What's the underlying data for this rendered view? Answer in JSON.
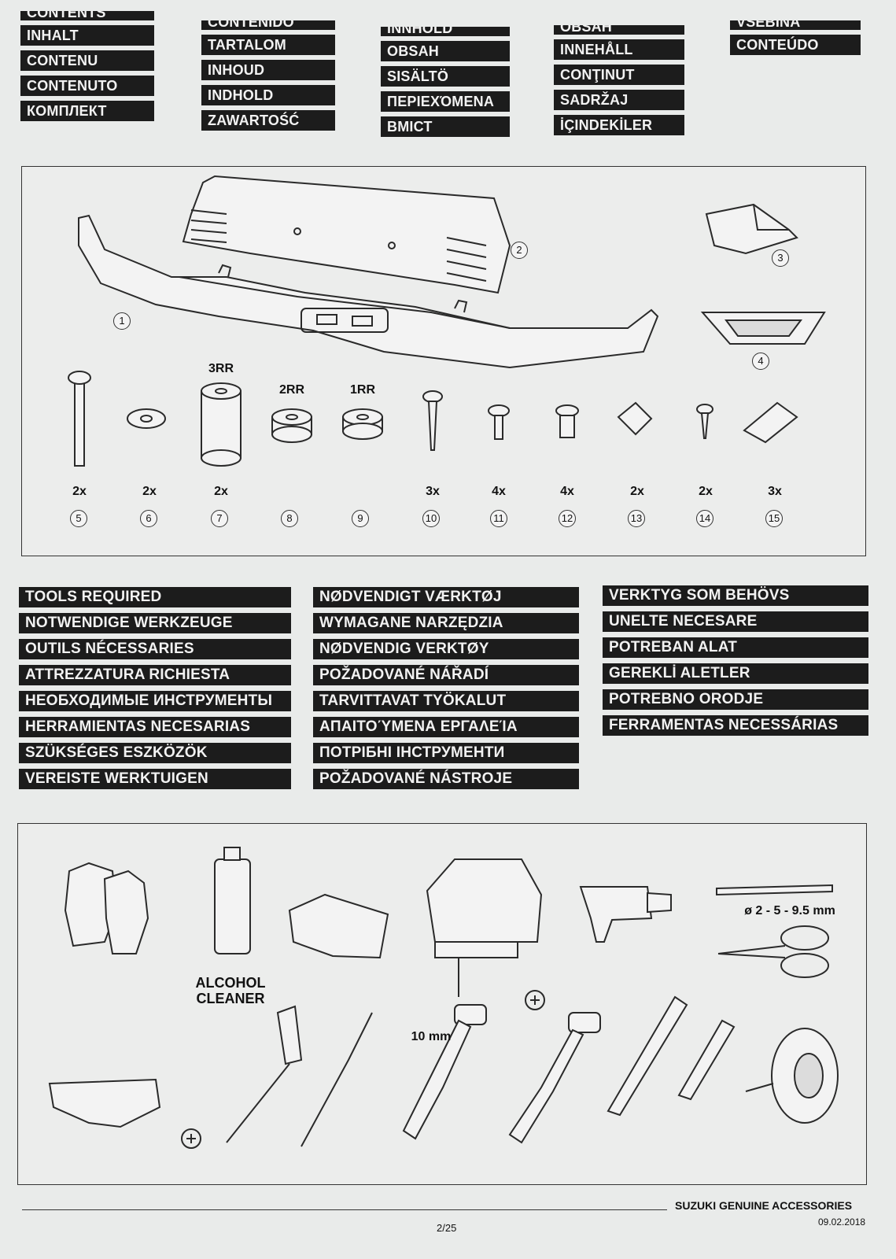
{
  "contents_headers": {
    "col1": [
      "CONTENTS",
      "INHALT",
      "CONTENU",
      "CONTENUTO",
      "КОМПЛЕКТ"
    ],
    "col2": [
      "CONTENIDO",
      "TARTALOM",
      "INHOUD",
      "INDHOLD",
      "ZAWARTOŚĆ"
    ],
    "col3": [
      "INNHOLD",
      "OBSAH",
      "SISÄLTÖ",
      "ΠΕΡΙΕΧΌΜΕΝΑ",
      "ВМІСТ"
    ],
    "col4": [
      "OBSAH",
      "INNEHÅLL",
      "CONŢINUT",
      "SADRŽAJ",
      "İÇINDEKİLER"
    ],
    "col5": [
      "VSEBINA",
      "CONTEÚDO"
    ]
  },
  "parts": {
    "labels": {
      "p7": "3RR",
      "p8": "2RR",
      "p9": "1RR"
    },
    "quantities": {
      "p5": "2x",
      "p6": "2x",
      "p7": "2x",
      "p10": "3x",
      "p11": "4x",
      "p12": "4x",
      "p13": "2x",
      "p14": "2x",
      "p15": "3x"
    },
    "numbers": [
      "1",
      "2",
      "3",
      "4",
      "5",
      "6",
      "7",
      "8",
      "9",
      "10",
      "11",
      "12",
      "13",
      "14",
      "15"
    ]
  },
  "tools_headers": {
    "col1": [
      "TOOLS REQUIRED",
      "NOTWENDIGE WERKZEUGE",
      "OUTILS NÉCESSARIES",
      "ATTREZZATURA RICHIESTA",
      "НЕОБХОДИМЫЕ ИНСТРУМЕНТЫ",
      "HERRAMIENTAS NECESARIAS",
      "SZÜKSÉGES ESZKÖZÖK",
      "VEREISTE WERKTUIGEN"
    ],
    "col2": [
      "NØDVENDIGT VÆRKTØJ",
      "WYMAGANE NARZĘDZIA",
      "NØDVENDIG VERKTØY",
      "POŽADOVANÉ NÁŘADÍ",
      "TARVITTAVAT TYÖKALUT",
      "ΑΠΑΙΤΟΎΜΕΝΑ ΕΡΓΑΛΕΊΑ",
      "ПОТРІБНІ ІНСТРУМЕНТИ",
      "POŽADOVANÉ NÁSTROJE"
    ],
    "col3": [
      "VERKTYG SOM BEHÖVS",
      "UNELTE NECESARE",
      "POTREBAN ALAT",
      "GEREKLİ ALETLER",
      "POTREBNO ORODJE",
      "FERRAMENTAS NECESSÁRIAS"
    ]
  },
  "tools": {
    "alcohol_cleaner": "ALCOHOL CLEANER",
    "drill_bits": "ø 2 - 5 - 9.5 mm",
    "socket_size": "10 mm"
  },
  "footer": {
    "brand": "SUZUKI GENUINE ACCESSORIES",
    "date": "09.02.2018",
    "page": "2/25"
  }
}
